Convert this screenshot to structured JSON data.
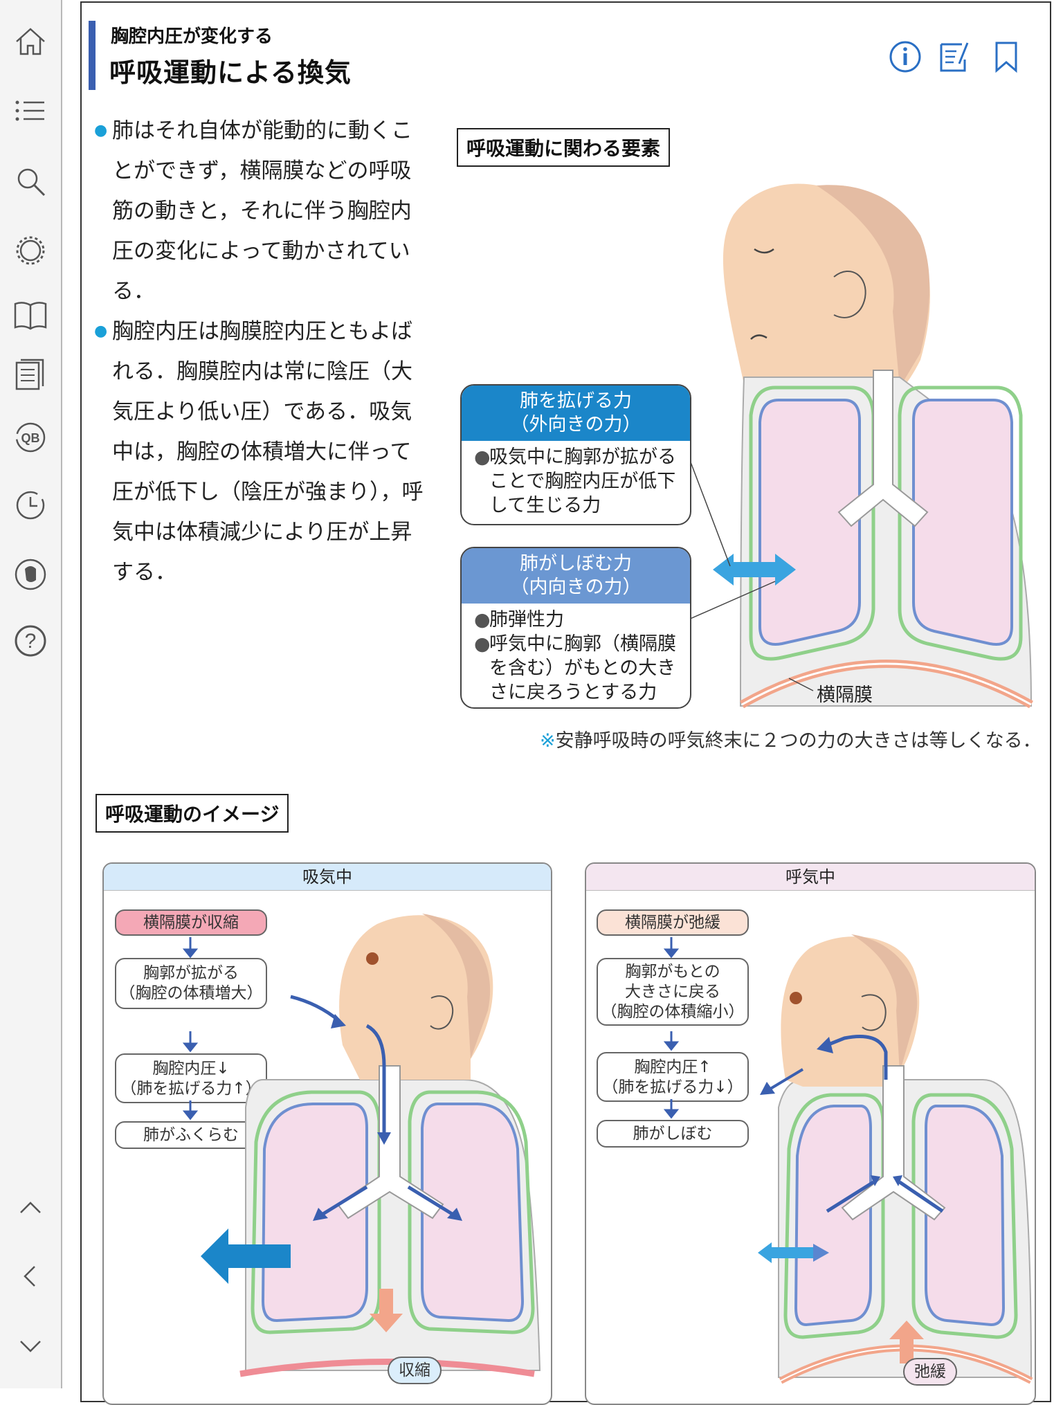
{
  "sidebar": {
    "items": [
      {
        "icon": "home-icon"
      },
      {
        "icon": "list-icon"
      },
      {
        "icon": "search-icon"
      },
      {
        "icon": "gear-icon"
      },
      {
        "icon": "book-icon"
      },
      {
        "icon": "document-icon"
      },
      {
        "icon": "qb-icon",
        "label": "QB"
      },
      {
        "icon": "history-icon"
      },
      {
        "icon": "evernote-icon"
      },
      {
        "icon": "help-icon",
        "label": "?"
      },
      {
        "icon": "chevron-up-icon"
      },
      {
        "icon": "chevron-left-icon"
      },
      {
        "icon": "chevron-down-icon"
      }
    ]
  },
  "header": {
    "subtitle": "胸腔内圧が変化する",
    "title": "呼吸運動による換気",
    "actions": [
      "info-icon",
      "note-edit-icon",
      "bookmark-icon"
    ]
  },
  "bullets": [
    "肺はそれ自体が能動的に動くことができず，横隔膜などの呼吸筋の動きと，それに伴う胸腔内圧の変化によって動かされている．",
    "胸腔内圧は胸膜腔内圧ともよばれる．胸膜腔内は常に陰圧（大気圧より低い圧）である．吸気中は，胸腔の体積増大に伴って圧が低下し（陰圧が強まり），呼気中は体積減少により圧が上昇する．"
  ],
  "section1": {
    "label": "呼吸運動に関わる要素",
    "card_out": {
      "head1": "肺を拡げる力",
      "head2": "（外向きの力）",
      "items": [
        "吸気中に胸郭が拡がることで胸腔内圧が低下して生じる力"
      ],
      "color": "#1b86c9"
    },
    "card_in": {
      "head1": "肺がしぼむ力",
      "head2": "（内向きの力）",
      "items": [
        "肺弾性力",
        "呼気中に胸郭（横隔膜を含む）がもとの大きさに戻ろうとする力"
      ],
      "color": "#6b97d2"
    },
    "diaphragm_label": "横隔膜",
    "note_mark": "※",
    "note_text": "安静呼吸時の呼気終末に２つの力の大きさは等しくなる．"
  },
  "section2": {
    "label": "呼吸運動のイメージ",
    "inhale": {
      "title": "吸気中",
      "head": "横隔膜が収縮",
      "steps": [
        "胸郭が拡がる",
        "（胸腔の体積増大）",
        "胸腔内圧↓",
        "（肺を拡げる力↑）",
        "肺がふくらむ"
      ],
      "tag": "収縮"
    },
    "exhale": {
      "title": "呼気中",
      "head": "横隔膜が弛緩",
      "steps": [
        "胸郭がもとの",
        "大きさに戻る",
        "（胸腔の体積縮小）",
        "胸腔内圧↑",
        "（肺を拡げる力↓）",
        "肺がしぼむ"
      ],
      "tag": "弛緩"
    }
  },
  "colors": {
    "accent": "#3a5fb0",
    "bullet": "#1aa0d8",
    "lung": "#f5dcea",
    "skin": "#f6d3b4",
    "diaphragm": "#f2a58a"
  }
}
